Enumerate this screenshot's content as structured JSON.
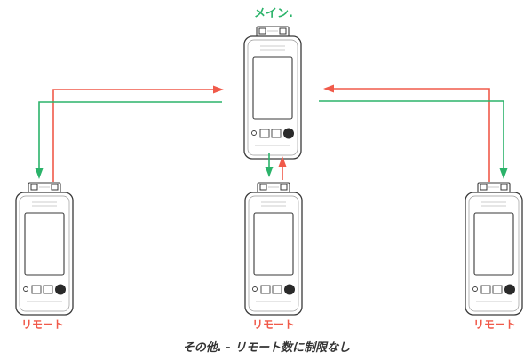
{
  "labels": {
    "main": "メイン.",
    "remote_left": "リモート",
    "remote_center": "リモート",
    "remote_right": "リモート",
    "caption": "その他. - リモート数に制限なし"
  },
  "colors": {
    "green": "#2bb36a",
    "red": "#f05a4a",
    "device_outline": "#3a3a3a"
  },
  "icons": {
    "device": "handheld-tester-icon",
    "arrow": "arrowhead-icon"
  }
}
